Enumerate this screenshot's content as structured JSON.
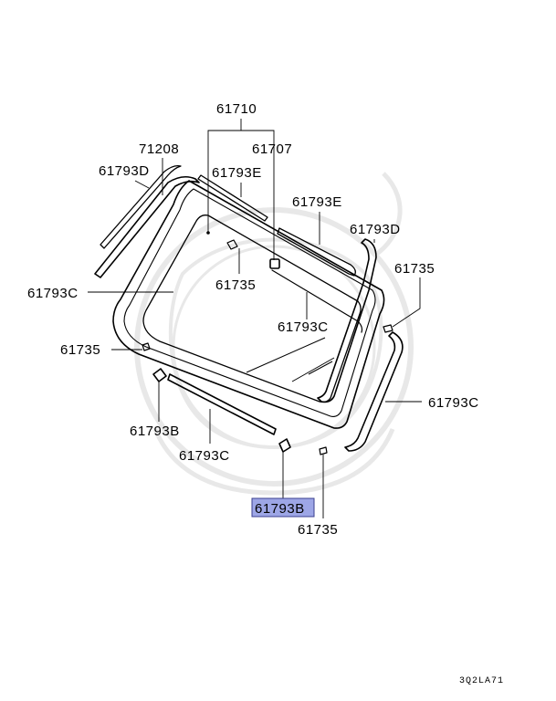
{
  "labels": {
    "l61710": "61710",
    "l71208": "71208",
    "l61707": "61707",
    "l61793D_left": "61793D",
    "l61793E_top": "61793E",
    "l61793E_right": "61793E",
    "l61793D_right": "61793D",
    "l61735_right": "61735",
    "l61735_center": "61735",
    "l61793C_left": "61793C",
    "l61793C_center": "61793C",
    "l61735_left": "61735",
    "l61793C_right": "61793C",
    "l61793B_left": "61793B",
    "l61793C_bottom": "61793C",
    "l61793B_highlight": "61793B",
    "l61735_bottom": "61735"
  },
  "drawing_code": "3Q2LA71",
  "colors": {
    "highlight_fill": "#9da6e6",
    "highlight_stroke": "#3a3f8f",
    "ink": "#000000"
  }
}
